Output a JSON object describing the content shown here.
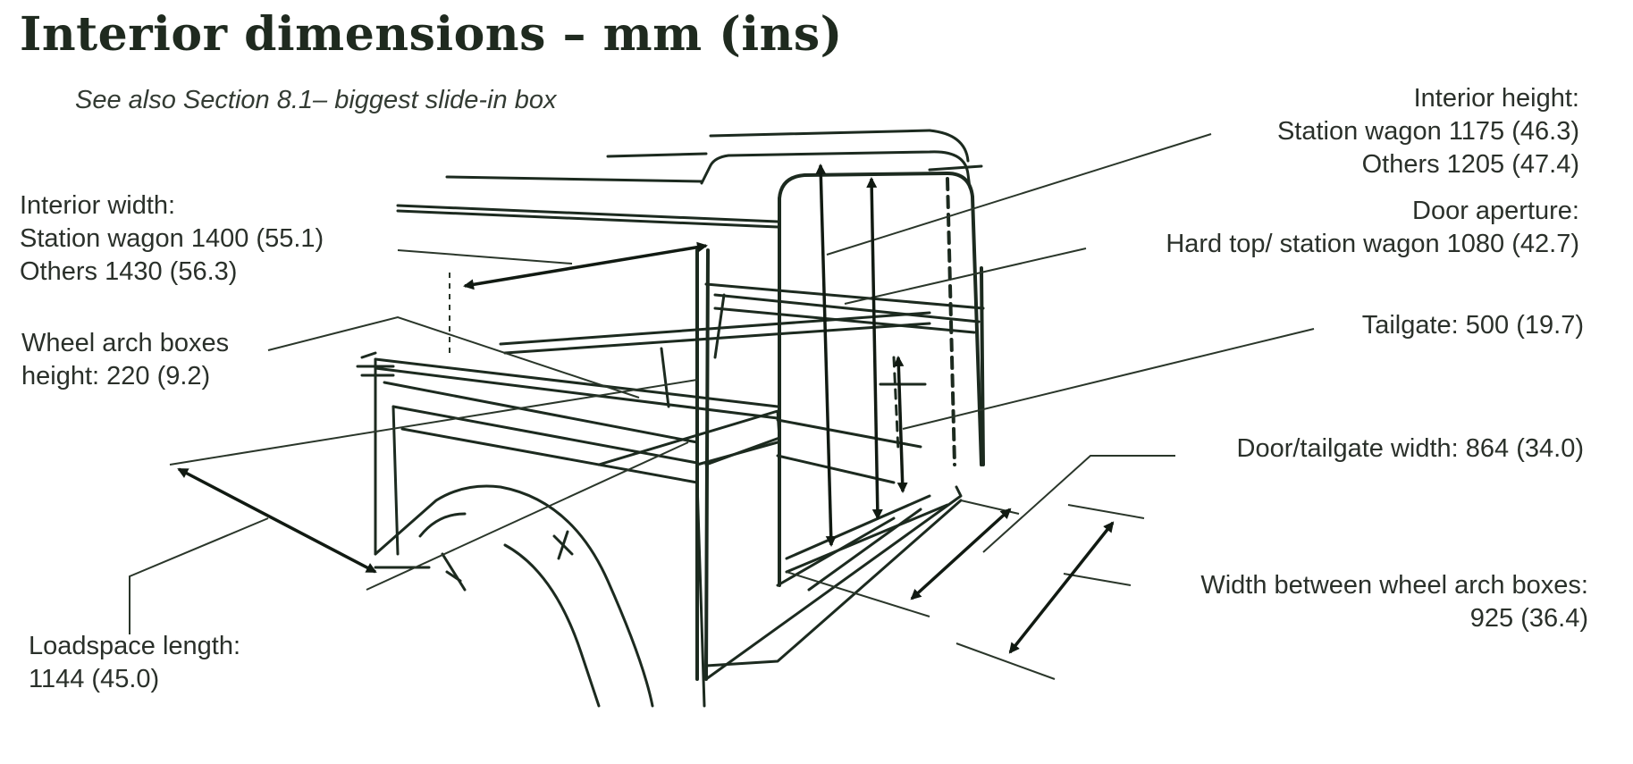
{
  "title": "Interior dimensions – mm (ins)",
  "subtitle": "See also Section 8.1– biggest slide-in box",
  "labels": {
    "interior_height": {
      "heading": "Interior height:",
      "line1": "Station wagon 1175 (46.3)",
      "line2": "Others 1205 (47.4)"
    },
    "interior_width": {
      "heading": "Interior width:",
      "line1": "Station wagon 1400 (55.1)",
      "line2": "Others 1430 (56.3)"
    },
    "door_aperture": {
      "heading": "Door aperture:",
      "line1": "Hard top/ station wagon 1080 (42.7)"
    },
    "wheel_arch_boxes_height": {
      "heading": "Wheel arch boxes",
      "line1": "height: 220 (9.2)"
    },
    "tailgate": {
      "line1": "Tailgate: 500 (19.7)"
    },
    "door_tailgate_width": {
      "line1": "Door/tailgate width: 864 (34.0)"
    },
    "width_between_wheel_arch_boxes": {
      "heading": "Width between wheel arch boxes:",
      "line1": "925 (36.4)"
    },
    "loadspace_length": {
      "heading": "Loadspace length:",
      "line1": "1144 (45.0)"
    }
  }
}
